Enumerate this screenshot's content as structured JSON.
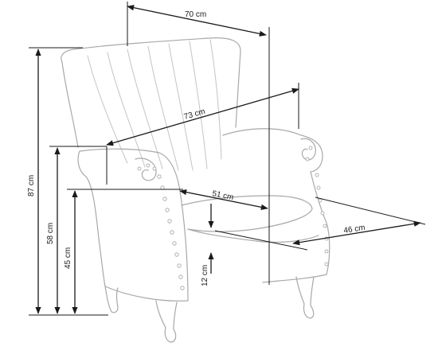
{
  "dimensions": {
    "width_total": "70 cm",
    "width_back": "73 cm",
    "seat_depth": "51 cm",
    "depth_total": "46 cm",
    "height_total": "87 cm",
    "armrest_height": "58 cm",
    "seat_height": "45 cm",
    "leg_height": "12 cm"
  },
  "colors": {
    "sketch": "#a8a8a8",
    "dimension": "#1a1a1a"
  }
}
